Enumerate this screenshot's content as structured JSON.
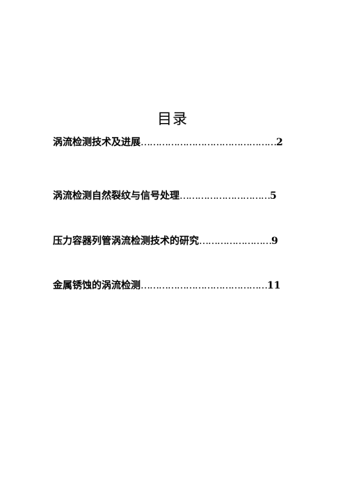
{
  "title": "目录",
  "entries": [
    {
      "title": "涡流检测技术及进展",
      "leader": "………………………………………",
      "page": "2"
    },
    {
      "title": "涡流检测自然裂纹与信号处理",
      "leader": "…………………………",
      "page": "5"
    },
    {
      "title": "压力容器列管涡流检测技术的研究",
      "leader": "……………………",
      "page": "9"
    },
    {
      "title": "金属锈蚀的涡流检测",
      "leader": "……………………………………",
      "page": "11"
    }
  ]
}
